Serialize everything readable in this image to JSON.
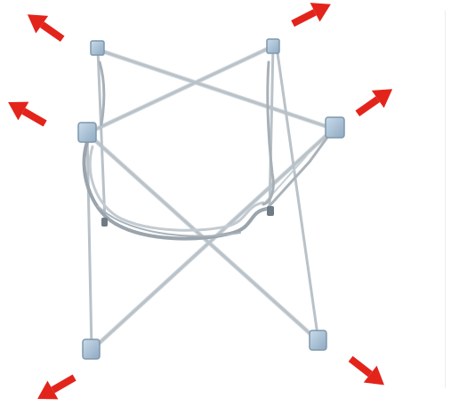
{
  "image": {
    "subject": "folding-chair-frame",
    "arrow_color": "#e3241b",
    "frame_color": "#b9c2c9",
    "frame_shadow_color": "#8f99a1",
    "joint_color": "#a9c2d8",
    "joint_edge_color": "#7f97ab",
    "arrow_count": 6,
    "joint_count": 6
  }
}
